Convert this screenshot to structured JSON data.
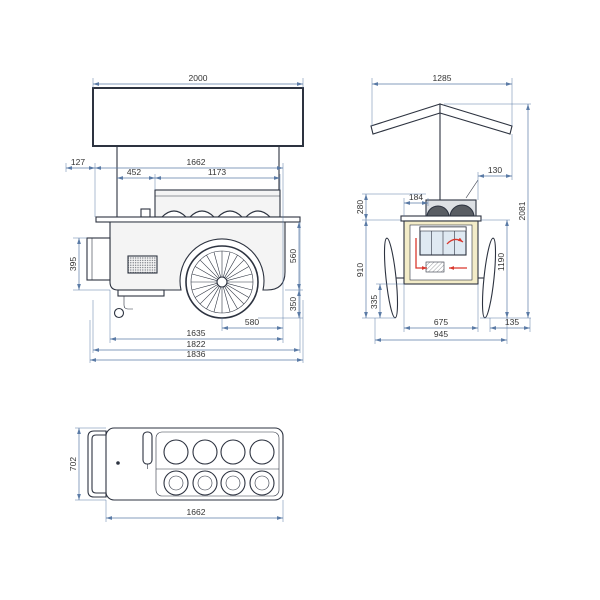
{
  "colors": {
    "outline": "#2d3340",
    "dimension": "#5b7ba6",
    "label": "#333333",
    "body_fill": "#f4f4f4",
    "side_body_fill": "#f3ecc8",
    "glass": "#dfe9f2",
    "flow_arrow": "#d9382e",
    "lid": "#595d63"
  },
  "front_view": {
    "canopy_width": "2000",
    "handle_offset": "127",
    "post_span": "1662",
    "left_segment": "452",
    "display_segment": "1173",
    "side_box_height": "395",
    "body_height": "560",
    "clearance": "350",
    "wheel_offset": "580",
    "base_length": "1635",
    "overall_length": "1822",
    "overall_length_max": "1836"
  },
  "side_view": {
    "roof_width": "1285",
    "roof_offset": "130",
    "display_depth": "184",
    "display_height": "280",
    "total_height": "2081",
    "cart_height": "1190",
    "counter_height": "910",
    "axle_height": "335",
    "body_width": "675",
    "overall_width": "945",
    "wheel_overhang": "135"
  },
  "plan_view": {
    "depth": "702",
    "length": "1662"
  }
}
